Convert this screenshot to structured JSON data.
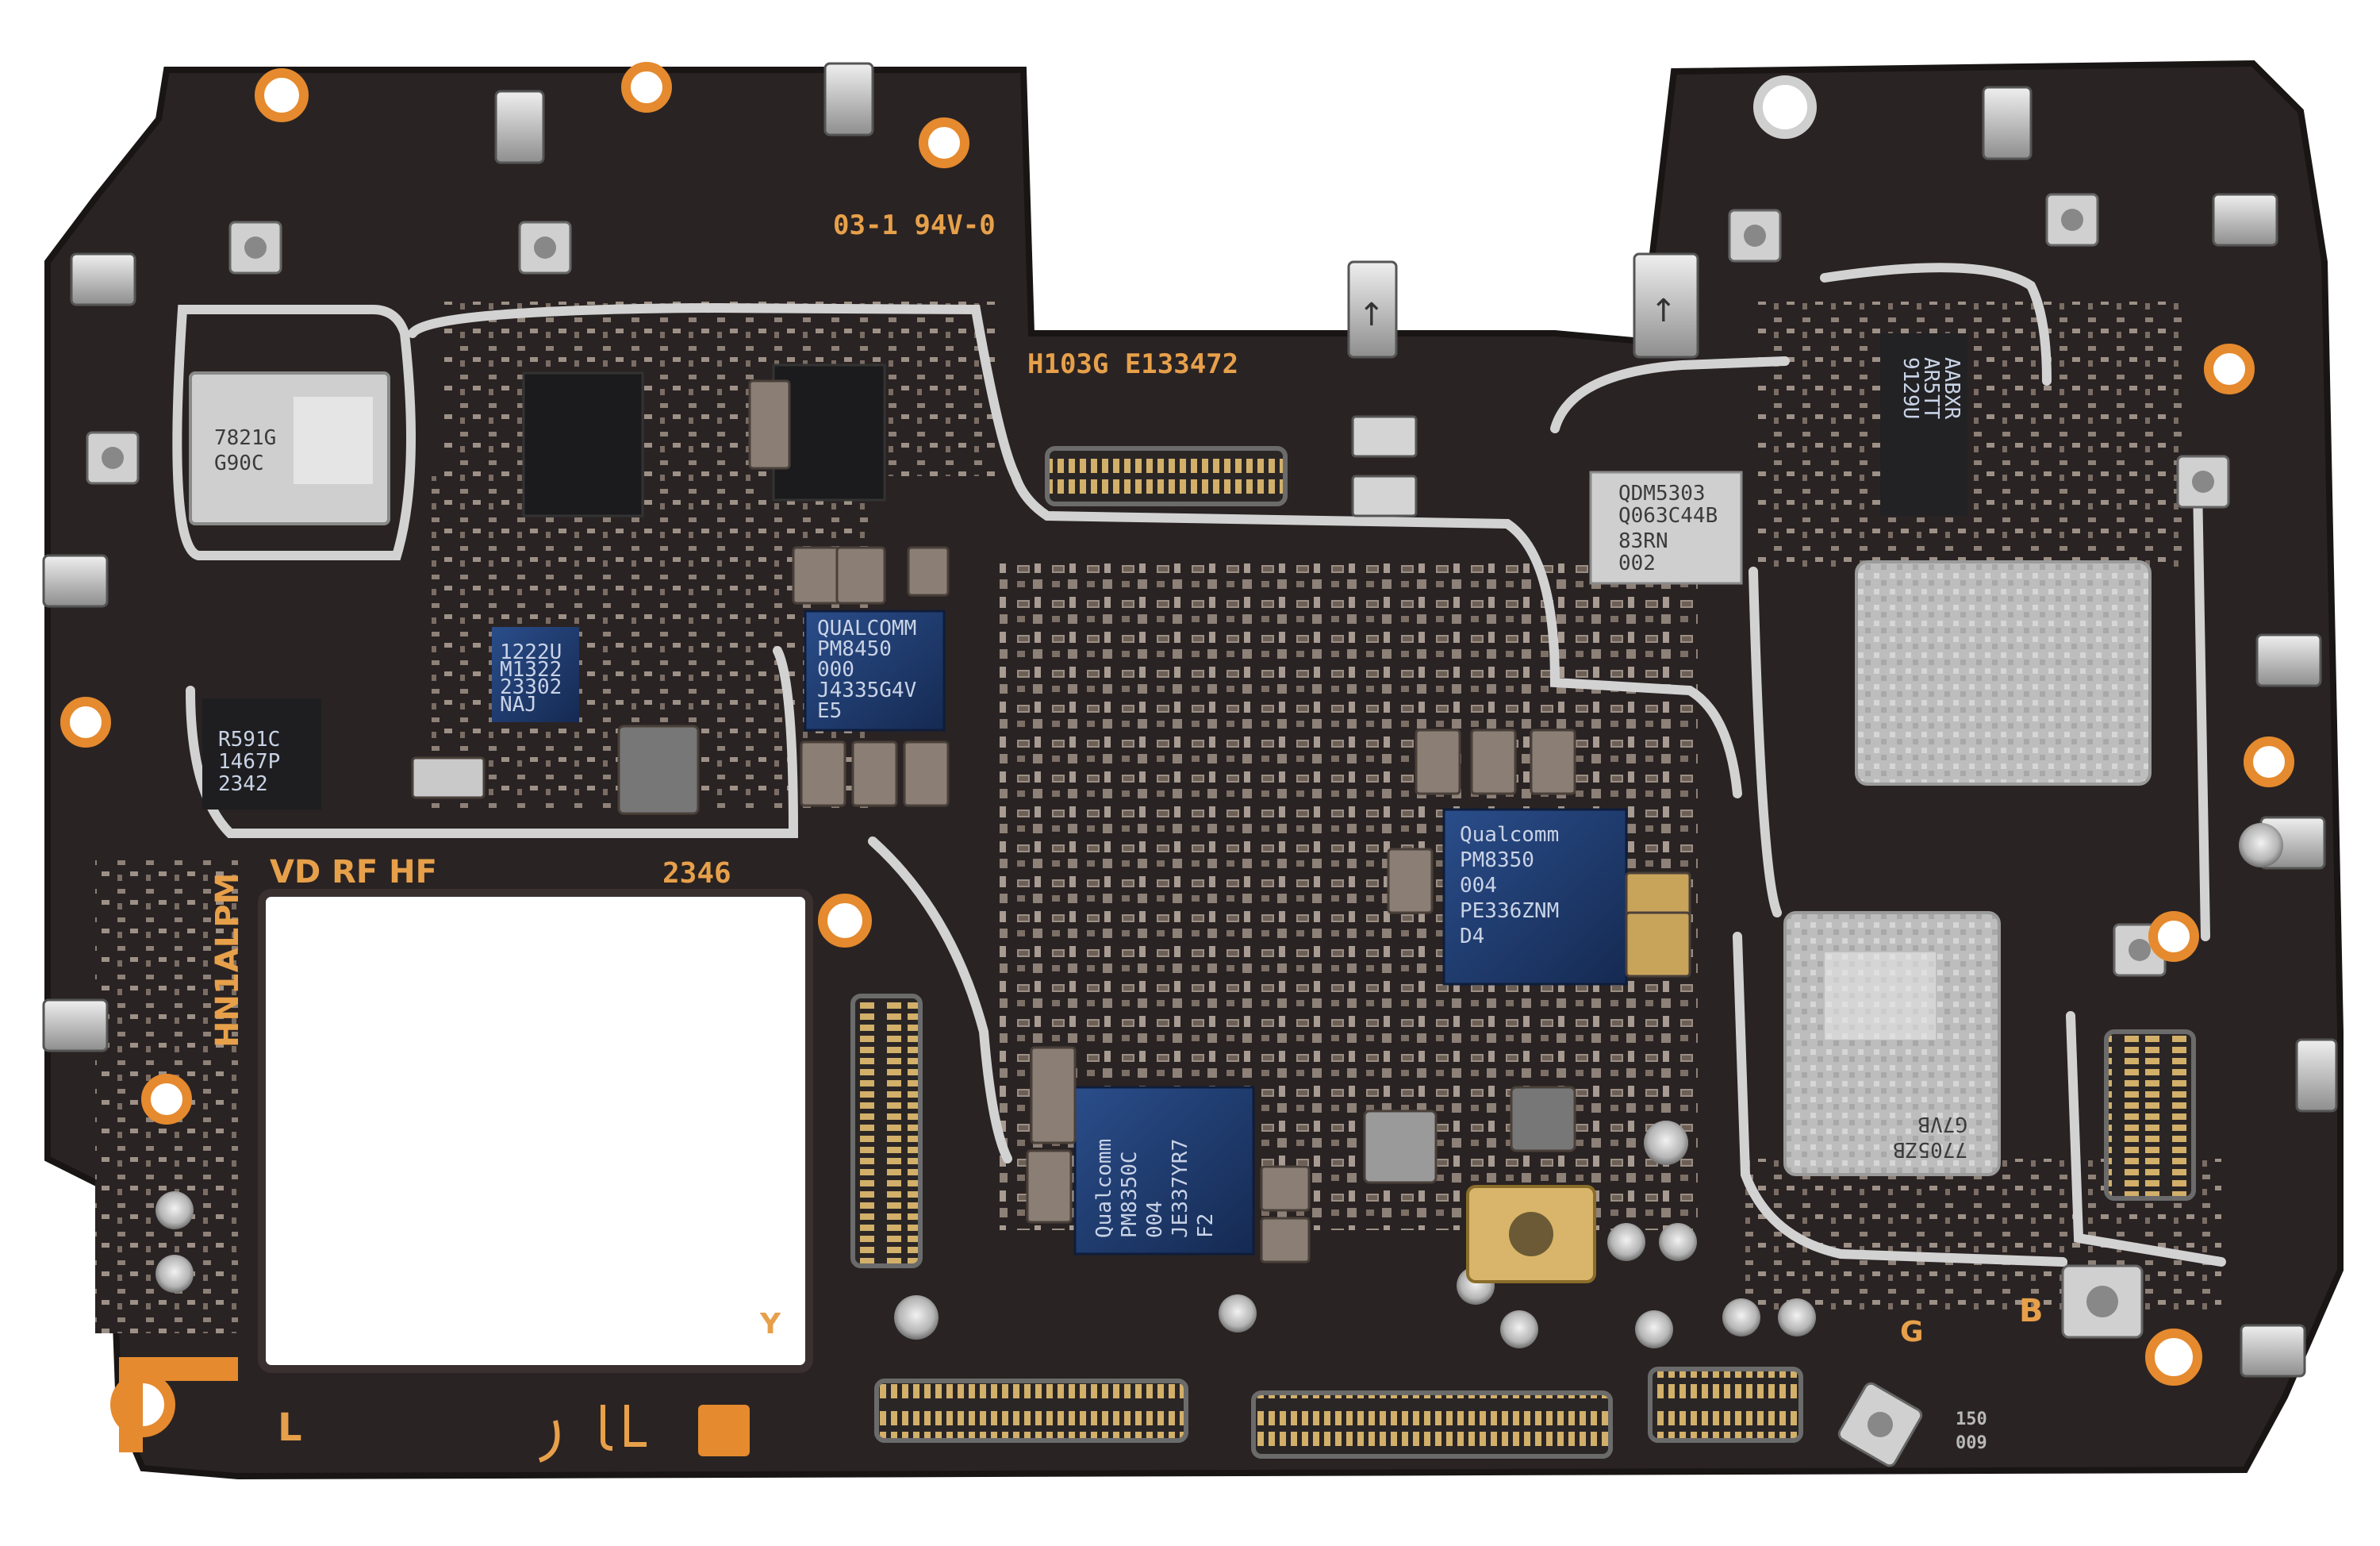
{
  "board": {
    "silkscreen": {
      "rev": "03-1 94V-0",
      "serial": "H103G E133472",
      "model": "HN1ALPM",
      "codes": "VD RF HF",
      "number": "2346",
      "mark_y": "Y",
      "mark_g": "G",
      "mark_b": "B",
      "mark_l": "L",
      "date_a": "150",
      "date_b": "009"
    },
    "chips": {
      "pmic_main": [
        "QUALCOMM",
        "PM8450",
        "000",
        "J4335G4V",
        "E5"
      ],
      "pmic_right": [
        "Qualcomm",
        "PM8350",
        "004",
        "PE336ZNM",
        "D4"
      ],
      "pmic_bottom": [
        "Qualcomm",
        "PM8350C",
        "004",
        "JE337YR7",
        "F2"
      ],
      "rf_module": [
        "7821G",
        "G90C"
      ],
      "qdm": [
        "QDM5303",
        "Q063C44B",
        "83RN",
        "002"
      ],
      "wifi_chip": [
        "9129U",
        "AR5TT",
        "AABXR"
      ],
      "bottom_right_chip": [
        "7705ZB",
        "G7VB"
      ],
      "left_small_chip": [
        "R591C",
        "1467P",
        "2342"
      ],
      "blue_small_chip": [
        "1222U",
        "M1322",
        "23302",
        "NAJ"
      ]
    },
    "colors": {
      "pcb": "#2a2323",
      "pcb_edge": "#1a1515",
      "shield": "#c9c9c9",
      "silk": "#e7a04a",
      "chip_blue": "#1f3a6b",
      "chip_black": "#1b1b1d",
      "gold": "#d8b56a"
    }
  }
}
